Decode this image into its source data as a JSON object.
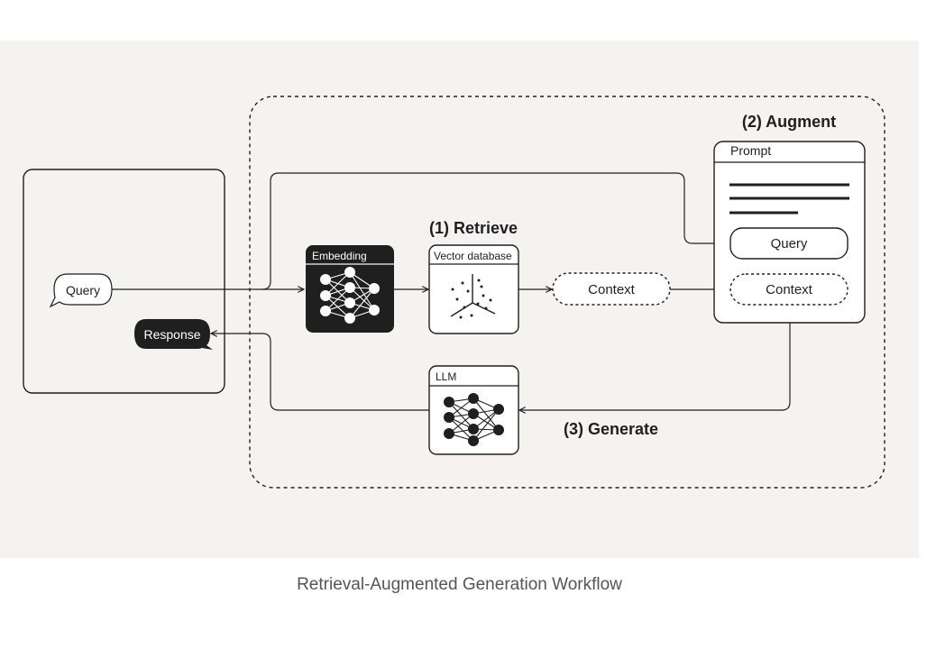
{
  "diagram": {
    "query_bubble": "Query",
    "response_bubble": "Response",
    "embedding_label": "Embedding",
    "retrieve_title": "(1) Retrieve",
    "vector_db_label": "Vector database",
    "context_label": "Context",
    "augment_title": "(2) Augment",
    "prompt_label": "Prompt",
    "prompt_query_label": "Query",
    "prompt_context_label": "Context",
    "llm_label": "LLM",
    "generate_title": "(3) Generate"
  },
  "caption": "Retrieval-Augmented Generation Workflow",
  "colors": {
    "background": "#f4f3ef",
    "ink": "#1f1f1f",
    "caption": "#555555"
  }
}
